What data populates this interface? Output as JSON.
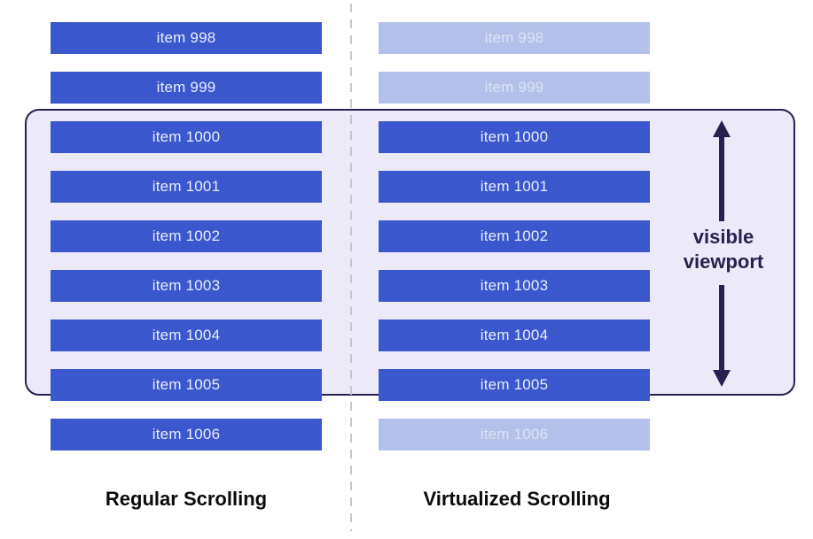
{
  "left_column": {
    "title": "Regular Scrolling",
    "items": [
      {
        "label": "item 998",
        "faded": false
      },
      {
        "label": "item 999",
        "faded": false
      },
      {
        "label": "item 1000",
        "faded": false
      },
      {
        "label": "item 1001",
        "faded": false
      },
      {
        "label": "item 1002",
        "faded": false
      },
      {
        "label": "item 1003",
        "faded": false
      },
      {
        "label": "item 1004",
        "faded": false
      },
      {
        "label": "item 1005",
        "faded": false
      },
      {
        "label": "item 1006",
        "faded": false
      }
    ]
  },
  "right_column": {
    "title": "Virtualized Scrolling",
    "items": [
      {
        "label": "item 998",
        "faded": true
      },
      {
        "label": "item 999",
        "faded": true
      },
      {
        "label": "item 1000",
        "faded": false
      },
      {
        "label": "item 1001",
        "faded": false
      },
      {
        "label": "item 1002",
        "faded": false
      },
      {
        "label": "item 1003",
        "faded": false
      },
      {
        "label": "item 1004",
        "faded": false
      },
      {
        "label": "item 1005",
        "faded": false
      },
      {
        "label": "item 1006",
        "faded": true
      }
    ]
  },
  "viewport": {
    "label_line1": "visible",
    "label_line2": "viewport"
  },
  "colors": {
    "bar_blue": "#3A57CD",
    "bar_faded": "#B3C1EA",
    "bar_text": "#E9EDFA",
    "bar_text_faded": "#DCE2F4",
    "viewport_fill": "#ECEAF8",
    "navy": "#27214F",
    "divider": "#C7C7C7",
    "caption": "#0A0A0A"
  }
}
